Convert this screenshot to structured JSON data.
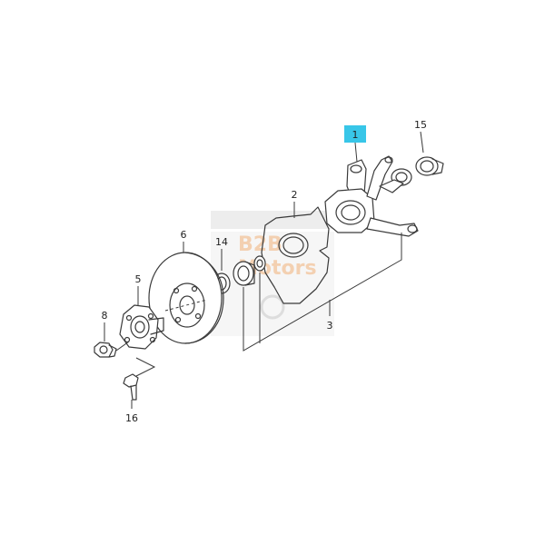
{
  "diagram": {
    "highlight_color": "#38c6e8",
    "callouts": {
      "c1": "1",
      "c2": "2",
      "c3": "3",
      "c5": "5",
      "c6": "6",
      "c8": "8",
      "c14": "14",
      "c15": "15",
      "c16": "16"
    },
    "watermark": {
      "line1": "B2B",
      "line2": "Motors"
    }
  }
}
